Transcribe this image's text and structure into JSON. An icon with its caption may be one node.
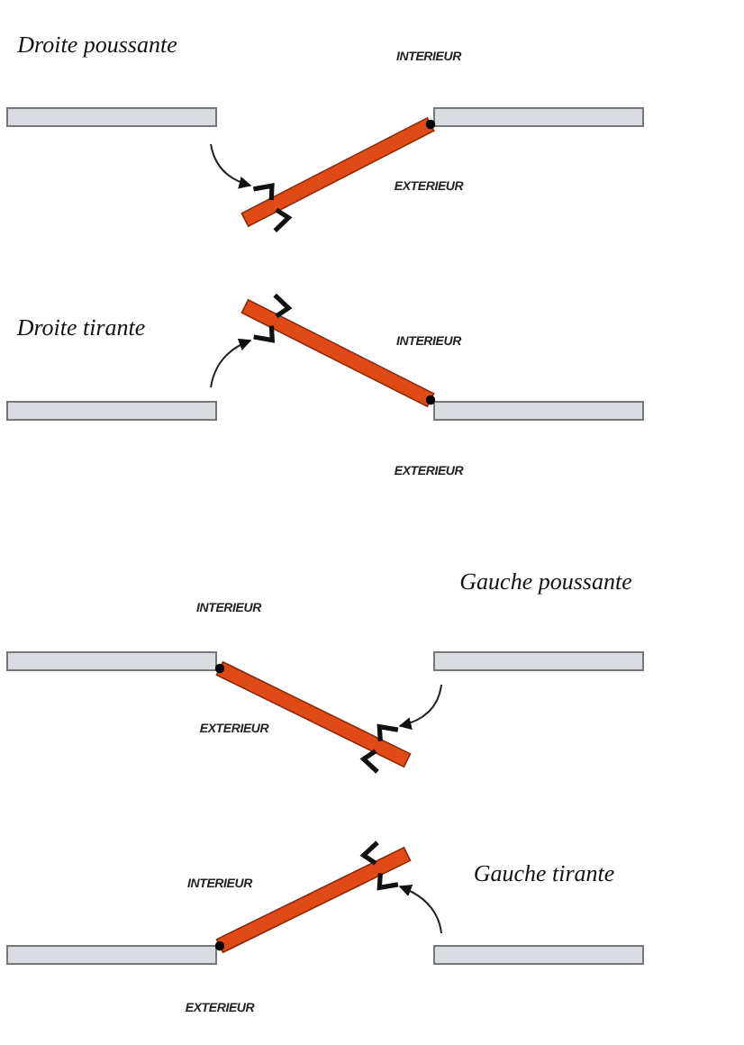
{
  "diagram": {
    "labels": [
      "Droite poussante",
      "INTERIEUR",
      "EXTERIEUR",
      "Droite tirante",
      "INTERIEUR",
      "EXTERIEUR",
      "Gauche poussante",
      "INTERIEUR",
      "EXTERIEUR",
      "INTERIEUR",
      "Gauche tirante",
      "EXTERIEUR"
    ]
  }
}
